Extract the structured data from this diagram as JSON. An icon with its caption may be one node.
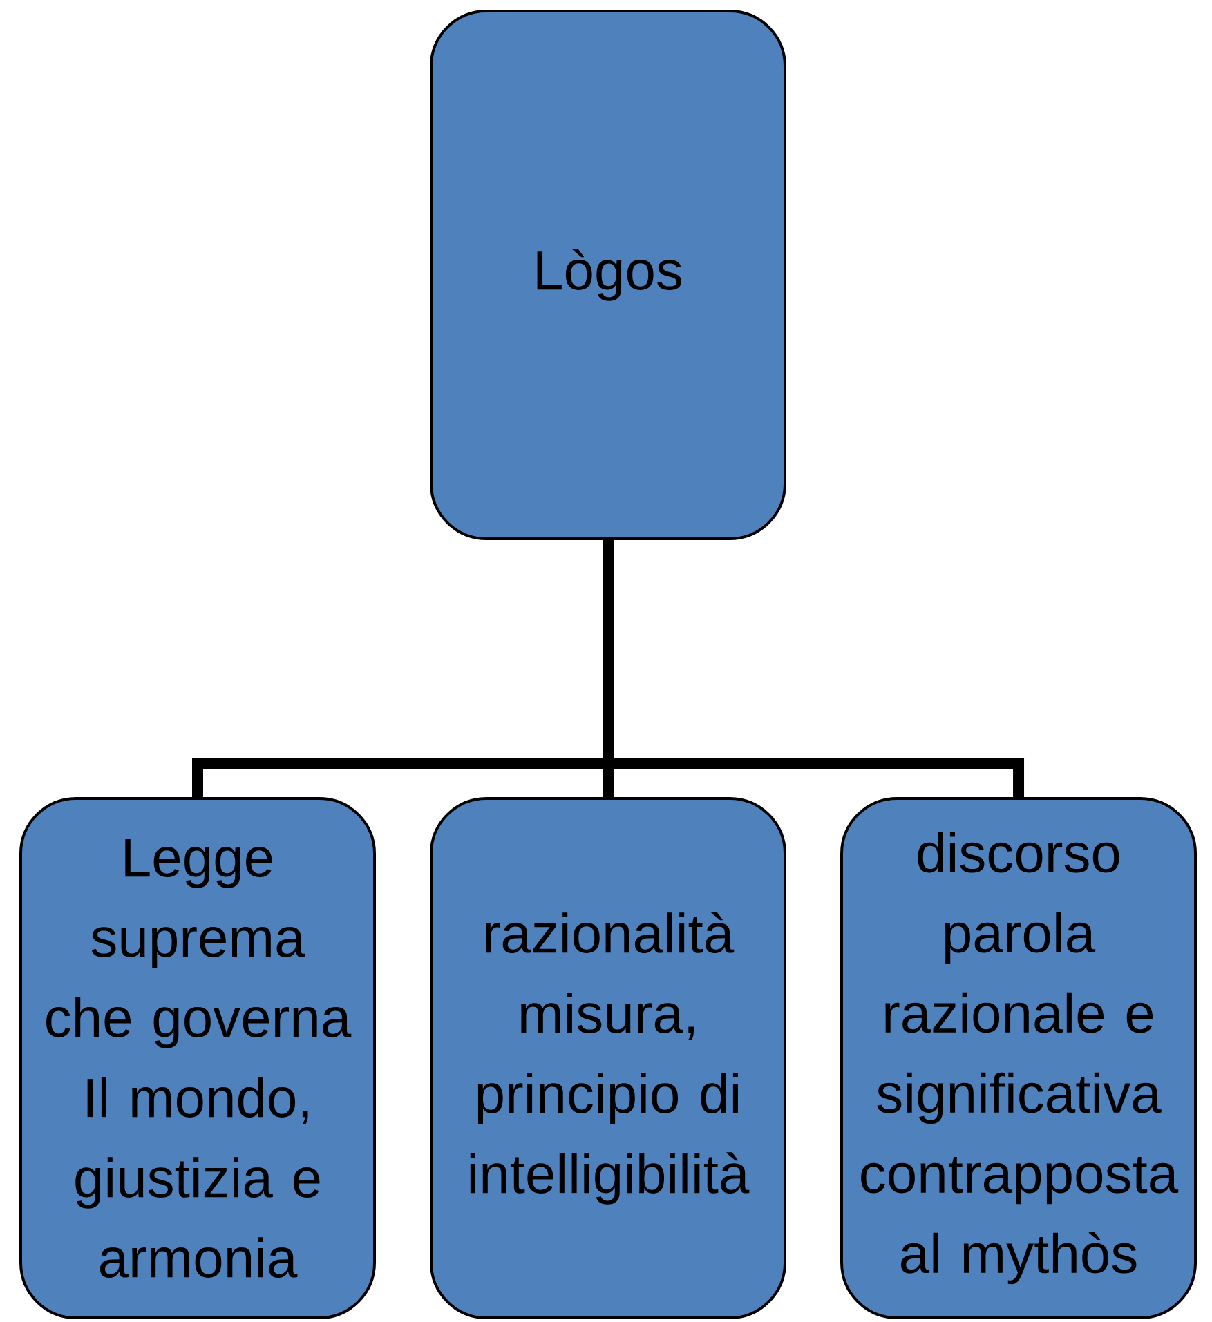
{
  "diagram": {
    "nodes": [
      {
        "text": [
          "Lògos"
        ]
      },
      {
        "text": [
          "Legge suprema che governa Il mondo, giustizia e armonia"
        ]
      },
      {
        "text": [
          "razionalità misura, principio di intelligibilità"
        ]
      },
      {
        "text": [
          "discorso parola razionale e significativa contrapposta al mythòs"
        ]
      }
    ],
    "edges": [
      {
        "from": 0,
        "to": 1,
        "arrow": "none"
      },
      {
        "from": 0,
        "to": 2,
        "arrow": "none"
      },
      {
        "from": 0,
        "to": 3,
        "arrow": "none"
      }
    ]
  }
}
